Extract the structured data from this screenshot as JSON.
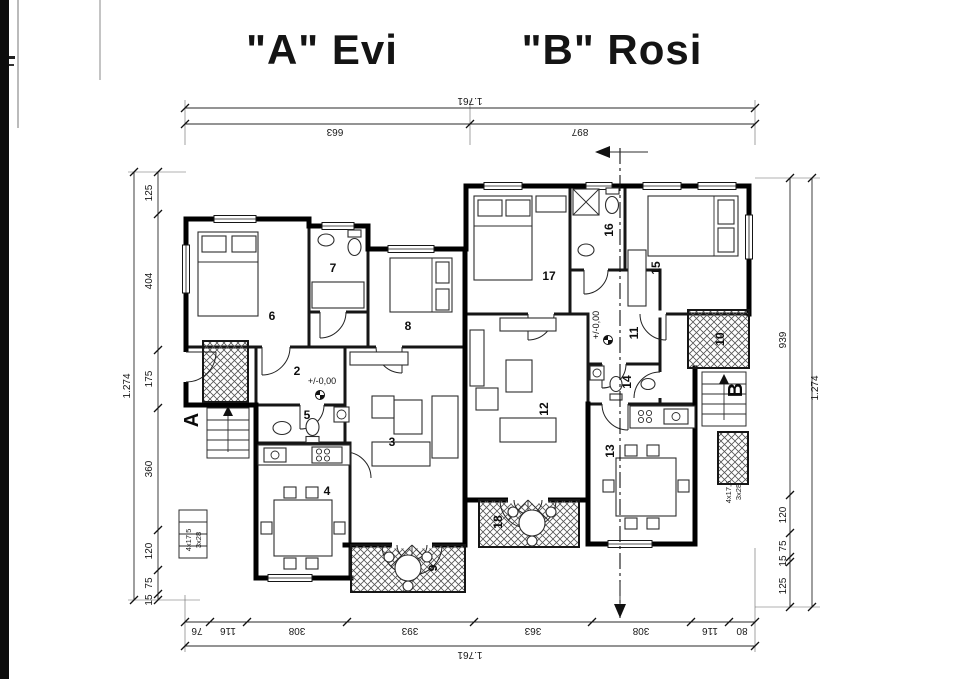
{
  "titles": {
    "house_a": "\"A\" Evi",
    "house_b": "\"B\" Rosi"
  },
  "rooms": {
    "n2": "2",
    "n3": "3",
    "n4": "4",
    "n5": "5",
    "n6": "6",
    "n7": "7",
    "n8": "8",
    "n9": "9",
    "n10": "10",
    "n11": "11",
    "n12": "12",
    "n13": "13",
    "n14": "14",
    "n15": "15",
    "n16": "16",
    "n17": "17",
    "n18": "18"
  },
  "levels": {
    "house_a": "+/-0,00",
    "house_b": "+/-0,00"
  },
  "sections": {
    "a": "A",
    "b": "B"
  },
  "stairs": {
    "left": [
      "4x17,5",
      "3x28"
    ],
    "right": [
      "4x17,5",
      "3x28"
    ]
  },
  "dims": {
    "top_overall": "1.761",
    "top_segments": [
      "663",
      "897"
    ],
    "bottom_overall": "1.761",
    "bottom_segments": [
      "76",
      "116",
      "308",
      "393",
      "363",
      "308",
      "116",
      "80"
    ],
    "left_overall": "1.274",
    "left_segments": [
      "125",
      "404",
      "175",
      "360",
      "120",
      "75",
      "15"
    ],
    "right_overall": "1.274",
    "right_segments": [
      "939",
      "120",
      "75",
      "15",
      "125"
    ]
  }
}
